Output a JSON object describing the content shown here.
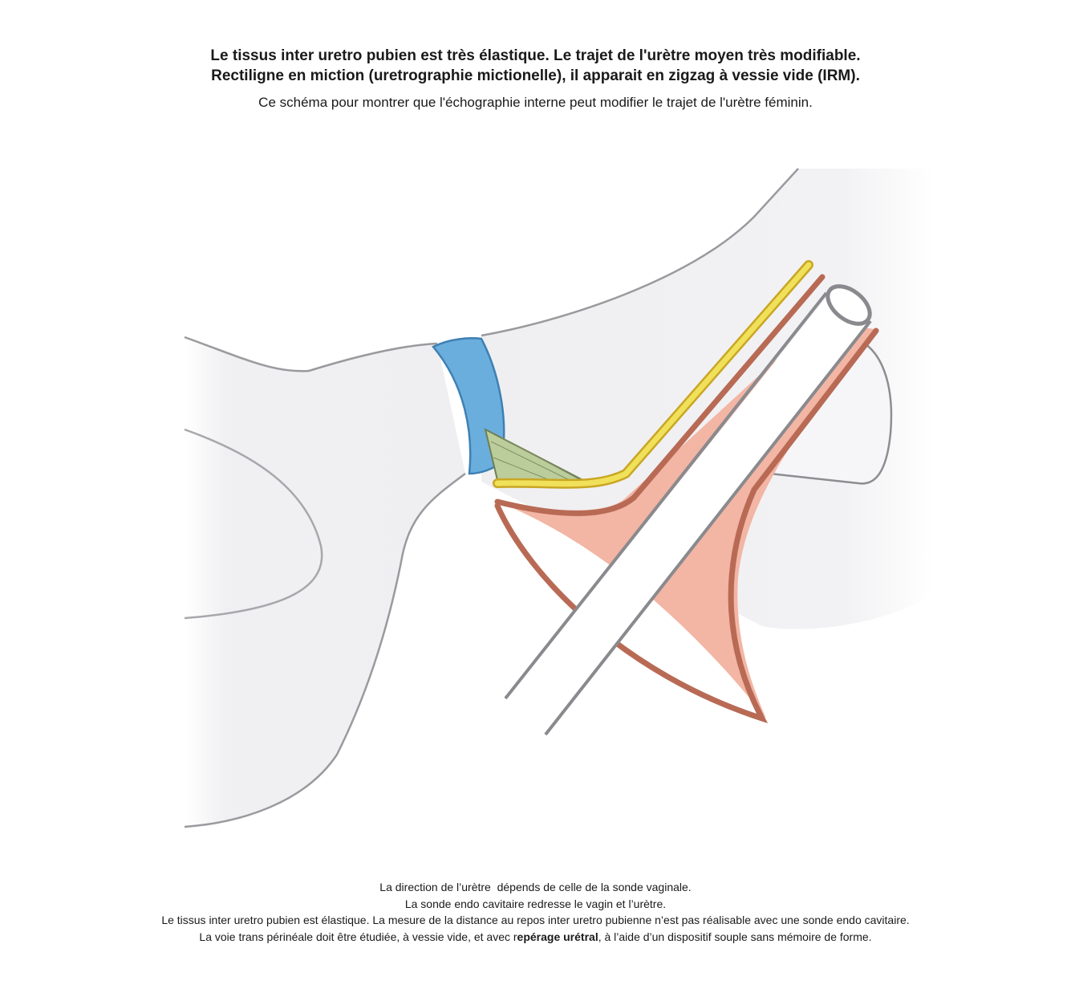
{
  "header": {
    "line1": "Le tissus inter uretro pubien est très élastique. Le trajet de l'urètre moyen très modifiable.",
    "line2": "Rectiligne en miction (uretrographie mictionelle), il apparait en zigzag à vessie vide (IRM).",
    "line3": "Ce schéma pour montrer que l'échographie interne peut modifier le trajet de l'urètre féminin."
  },
  "footer": {
    "line1": "La direction de l’urètre  dépends de celle de la sonde vaginale.",
    "line2": "La sonde endo cavitaire redresse le vagin et l’urètre.",
    "line3": "Le tissus inter uretro pubien est élastique. La mesure de la distance au repos inter uretro pubienne n’est pas réalisable avec une sonde endo cavitaire.",
    "line4_pre": "La voie trans périnéale doit être étudiée, à vessie vide, et avec r",
    "line4_bold": "epérage urétral",
    "line4_post": ", à l’aide d’un dispositif souple sans mémoire de forme."
  },
  "colors": {
    "bone": "#efeff1",
    "symphysis": "#6aaedd",
    "ligament": "#bccd9c",
    "urethra": "#f0e05a",
    "vagina": "#b86a55",
    "vagina_fill": "#f3b5a4",
    "probe": "#ffffff"
  }
}
